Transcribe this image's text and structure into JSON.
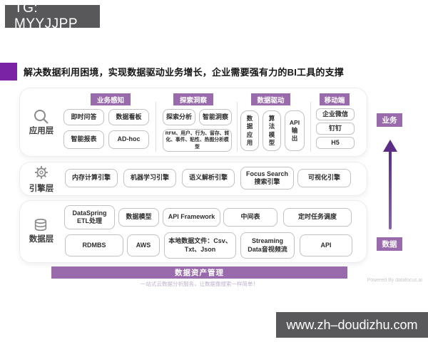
{
  "tg_badge": "TG: MYYJJPP",
  "title": "解决数据利用困境，实现数据驱动业务增长，企业需要强有力的BI工具的支撑",
  "app_layer": {
    "label": "应用层",
    "columns": [
      {
        "header": "业务感知",
        "items": [
          "即时问答",
          "数据看板",
          "智能报表",
          "AD-hoc"
        ]
      },
      {
        "header": "探索洞察",
        "items": [
          "探索分析",
          "智能洞察"
        ],
        "model_box": "RFM、用户、行为、留存、转化、事件、粘性、热图分析模型"
      },
      {
        "header": "数据驱动",
        "items": [
          "数\n据\n应\n用",
          "算\n法\n模\n型",
          "API\n输\n出"
        ]
      },
      {
        "header": "移动端",
        "items": [
          "企业微信",
          "钉钉",
          "H5"
        ]
      }
    ]
  },
  "engine_layer": {
    "label": "引擎层",
    "items": [
      "内存计算引擎",
      "机器学习引擎",
      "语义解析引擎",
      "Focus Search\n搜索引擎",
      "可视化引擎"
    ]
  },
  "data_layer": {
    "label": "数据层",
    "row1": [
      "DataSpring\nETL处理",
      "数据模型",
      "API Framework",
      "中间表",
      "定时任务调度"
    ],
    "row2": [
      "RDMBS",
      "AWS",
      "本地数据文件：Csv、\nTxt、Json",
      "Streaming\nData音视频流",
      "API"
    ]
  },
  "asset_bar": "数据资产管理",
  "caption": "一站式云数据分析服务，让数据像搜索一样简单！",
  "powered_by": "Powered By datafocus.ai",
  "side_rail": {
    "top": "业务",
    "bottom": "数据"
  },
  "footer": "www.zh–doudizhu.com",
  "colors": {
    "badge_purple": "#9a6bac",
    "title_purple": "#7b24a3",
    "arrow_purple": "#5b2d86",
    "watermark_gray": "#59595b"
  }
}
